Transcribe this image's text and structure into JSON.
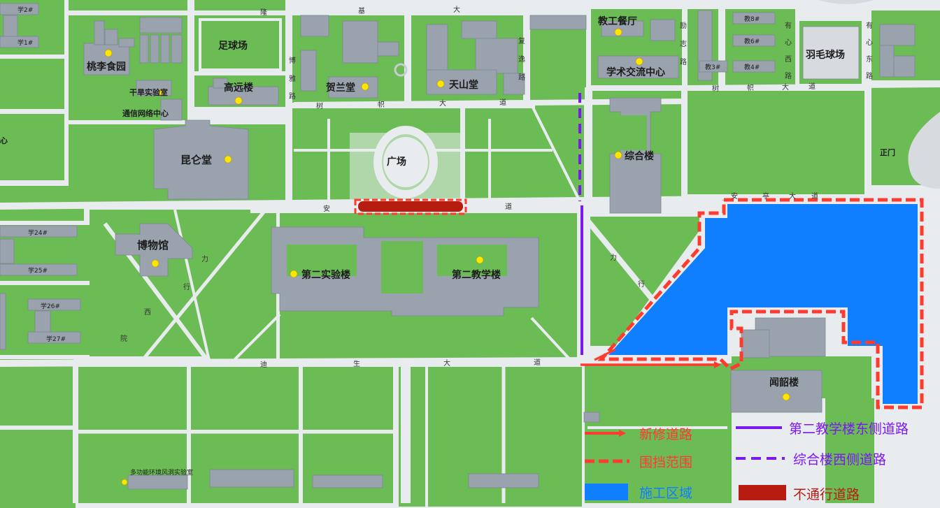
{
  "map": {
    "colors": {
      "grass": "#6cbc55",
      "road": "#e9ecee",
      "building": "#9aa3ad",
      "construction": "#0f7fff",
      "closed_road": "#b71c10",
      "new_road": "#ff3b2f",
      "fence": "#ff3b2f",
      "purple": "#7a18f0",
      "poi": "#ffe600"
    },
    "buildings": {
      "football": "足球场",
      "taoli": "桃李食园",
      "ganhan": "干旱实验室",
      "tongxin": "通信网络中心",
      "gaoyuan": "高远楼",
      "helan": "贺兰堂",
      "tianshan": "天山堂",
      "jiaogong": "教工餐厅",
      "xueshu": "学术交流中心",
      "yumao": "羽毛球场",
      "kunlun": "昆仑堂",
      "guangchang": "广场",
      "zonghe": "综合楼",
      "zhengmen": "正门",
      "bowuguan": "博物馆",
      "shiyan2": "第二实验楼",
      "jiaoxue2": "第二教学楼",
      "wenshao": "闻韶楼",
      "fengdong": "多功能环境风洞实验室",
      "xin": "心"
    },
    "dorms": {
      "xue2": "学2#",
      "xue1": "学1#",
      "xue24": "学24#",
      "xue25": "学25#",
      "xue26": "学26#",
      "xue27": "学27#",
      "jiao8": "教8#",
      "jiao6": "教6#",
      "jiao3": "教3#",
      "jiao4": "教4#"
    },
    "road_chars": {
      "longji": [
        "隆",
        "基",
        "大"
      ],
      "boya": [
        "博",
        "雅",
        "路"
      ],
      "fuyi": [
        "复",
        "逸",
        "路"
      ],
      "lizhi": [
        "励",
        "志",
        "路"
      ],
      "youxin": [
        "有",
        "心",
        "西",
        "路"
      ],
      "youxin2": [
        "有",
        "心",
        "东",
        "路"
      ],
      "shuzhi_w": [
        "树",
        "帜",
        "大",
        "道"
      ],
      "shuzhi_e": [
        "树",
        "帜",
        "大",
        "道"
      ],
      "anting_w": [
        "安",
        "道"
      ],
      "anting_e": [
        "安",
        "亭",
        "大",
        "道"
      ],
      "lixing": [
        "力",
        "行"
      ],
      "lixing2": [
        "力",
        "行"
      ],
      "xiyuan": [
        "西",
        "院"
      ],
      "disheng": [
        "迪",
        "生",
        "大",
        "道"
      ]
    }
  },
  "legend": {
    "new_road": "新修道路",
    "fence": "围挡范围",
    "construction": "施工区域",
    "purple_solid": "第二教学楼东侧道路",
    "purple_dashed": "综合楼西侧道路",
    "closed_road": "不通行道路"
  }
}
